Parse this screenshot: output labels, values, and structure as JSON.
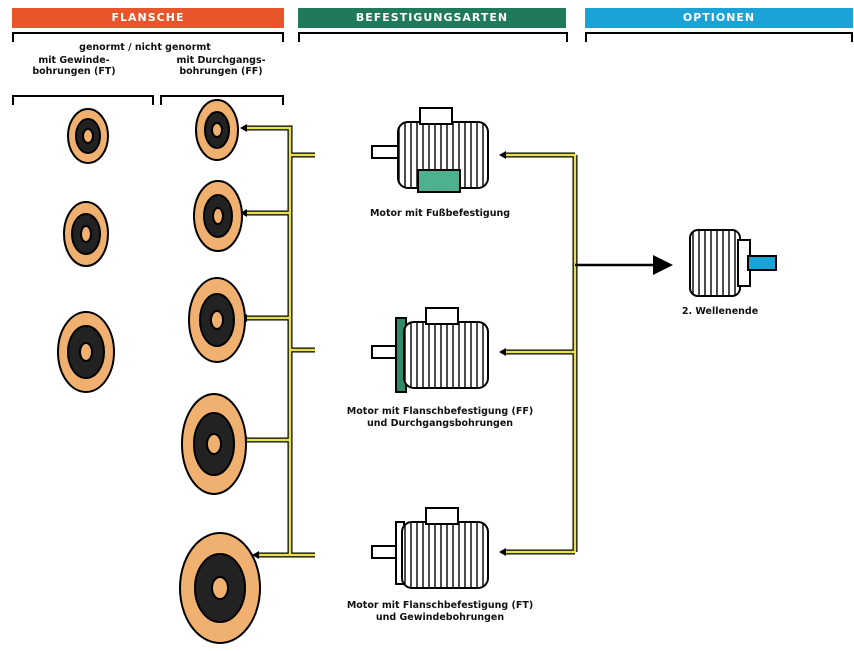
{
  "headers": {
    "flansche": "FLANSCHE",
    "befestigungsarten": "BEFESTIGUNGSARTEN",
    "optionen": "OPTIONEN"
  },
  "colors": {
    "flansche_header": "#e8552b",
    "befestigung_header": "#1f7a5c",
    "optionen_header": "#1ba3d8",
    "connector": "#e8e04a",
    "flange": "#f0b070",
    "foot": "#4fb090",
    "flange_plate": "#2f8a6a",
    "shaft_option": "#1ba3d8"
  },
  "flange_groups": {
    "top_label": "genormt / nicht genormt",
    "ft_label_line1": "mit Gewinde-",
    "ft_label_line2": "bohrungen (FT)",
    "ff_label_line1": "mit Durchgangs-",
    "ff_label_line2": "bohrungen (FF)"
  },
  "motors": [
    {
      "label_line1": "Motor mit Fußbefestigung",
      "label_line2": ""
    },
    {
      "label_line1": "Motor mit Flanschbefestigung (FF)",
      "label_line2": "und Durchgangsbohrungen"
    },
    {
      "label_line1": "Motor mit Flanschbefestigung (FT)",
      "label_line2": "und Gewindebohrungen"
    }
  ],
  "option": {
    "label": "2. Wellenende"
  }
}
